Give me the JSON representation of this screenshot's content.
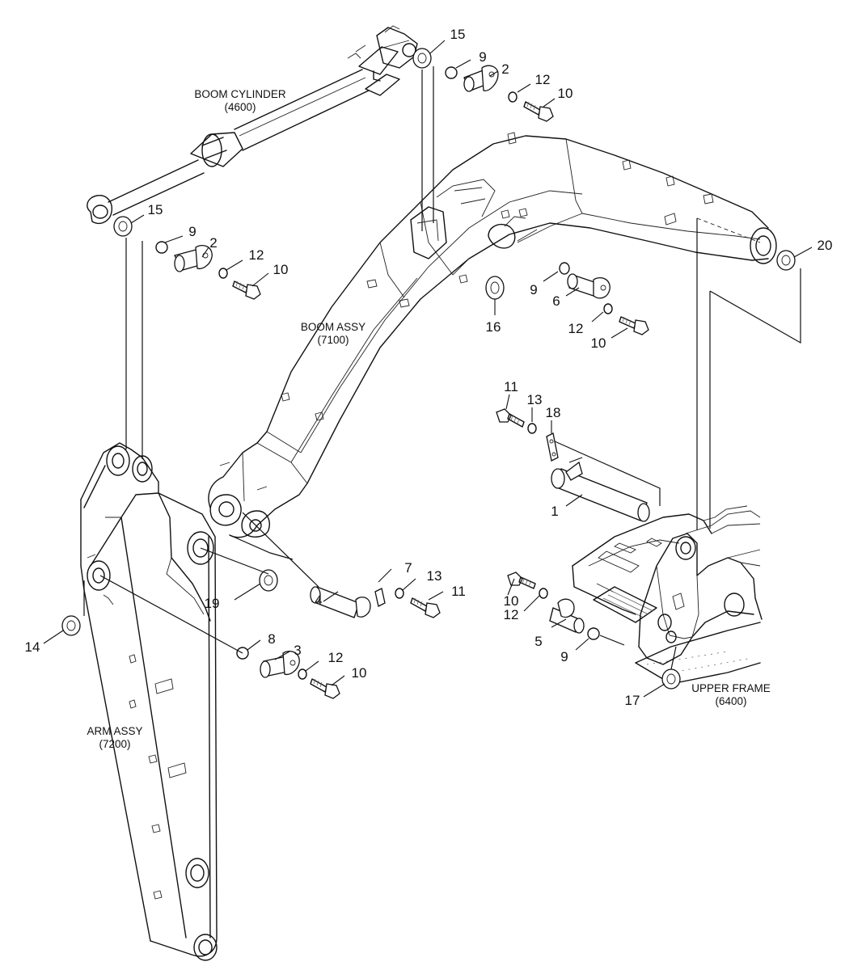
{
  "assemblies": {
    "boom_cylinder": {
      "name": "BOOM CYLINDER",
      "code": "(4600)"
    },
    "boom_assy": {
      "name": "BOOM ASSY",
      "code": "(7100)"
    },
    "arm_assy": {
      "name": "ARM ASSY",
      "code": "(7200)"
    },
    "upper_frame": {
      "name": "UPPER FRAME",
      "code": "(6400)"
    }
  },
  "callouts": [
    {
      "id": "c1",
      "label": "15"
    },
    {
      "id": "c2",
      "label": "9"
    },
    {
      "id": "c3",
      "label": "2"
    },
    {
      "id": "c4",
      "label": "12"
    },
    {
      "id": "c5",
      "label": "10"
    },
    {
      "id": "c6",
      "label": "15"
    },
    {
      "id": "c7",
      "label": "9"
    },
    {
      "id": "c8",
      "label": "2"
    },
    {
      "id": "c9",
      "label": "12"
    },
    {
      "id": "c10",
      "label": "10"
    },
    {
      "id": "c11",
      "label": "20"
    },
    {
      "id": "c12",
      "label": "9"
    },
    {
      "id": "c13",
      "label": "6"
    },
    {
      "id": "c14",
      "label": "16"
    },
    {
      "id": "c15",
      "label": "12"
    },
    {
      "id": "c16",
      "label": "10"
    },
    {
      "id": "c17",
      "label": "11"
    },
    {
      "id": "c18",
      "label": "13"
    },
    {
      "id": "c19",
      "label": "18"
    },
    {
      "id": "c20",
      "label": "1"
    },
    {
      "id": "c21",
      "label": "7"
    },
    {
      "id": "c22",
      "label": "13"
    },
    {
      "id": "c23",
      "label": "11"
    },
    {
      "id": "c24",
      "label": "4"
    },
    {
      "id": "c25",
      "label": "19"
    },
    {
      "id": "c26",
      "label": "14"
    },
    {
      "id": "c27",
      "label": "8"
    },
    {
      "id": "c28",
      "label": "3"
    },
    {
      "id": "c29",
      "label": "12"
    },
    {
      "id": "c30",
      "label": "10"
    },
    {
      "id": "c31",
      "label": "10"
    },
    {
      "id": "c32",
      "label": "12"
    },
    {
      "id": "c33",
      "label": "5"
    },
    {
      "id": "c34",
      "label": "9"
    },
    {
      "id": "c35",
      "label": "17"
    }
  ]
}
